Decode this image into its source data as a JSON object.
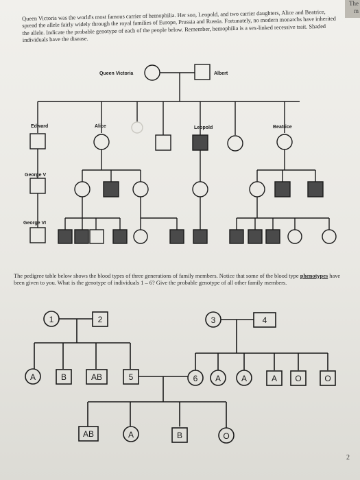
{
  "corner_text": "The\nm",
  "intro_paragraph": "Queen Victoria was the world's most famous carrier of hemophilia. Her son, Leopold, and two carrier daughters, Alice and Beatrice, spread the allele fairly widely through the royal families of Europe, Prussia and Russia. Fortunately, no modern monarchs have inherited the allele. Indicate the probable genotype of each of the people below. Remember, hemophilia is a sex-linked recessive trait. Shaded individuals have the disease.",
  "pedigree1": {
    "labels": {
      "queen_victoria": "Queen Victoria",
      "albert": "Albert",
      "edward": "Edward",
      "alice": "Alice",
      "leopold": "Leopold",
      "beatrice": "Beatrice",
      "george_v": "George V",
      "george_vi": "George VI"
    }
  },
  "paragraph2_before": "The pedigree table below shows the blood types of three generations of family members. Notice that some of the blood type ",
  "paragraph2_emph": "phenotypes",
  "paragraph2_after": " have been given to you. What is the genotype of individuals 1 – 6? Give the probable genotype of all other family members.",
  "pedigree2": {
    "gen1": [
      "1",
      "2",
      "3",
      "4"
    ],
    "gen2": [
      "A",
      "B",
      "AB",
      "5",
      "6",
      "A",
      "A",
      "A",
      "O",
      "O"
    ],
    "gen3": [
      "AB",
      "A",
      "B",
      "O"
    ]
  },
  "page_number": "2"
}
